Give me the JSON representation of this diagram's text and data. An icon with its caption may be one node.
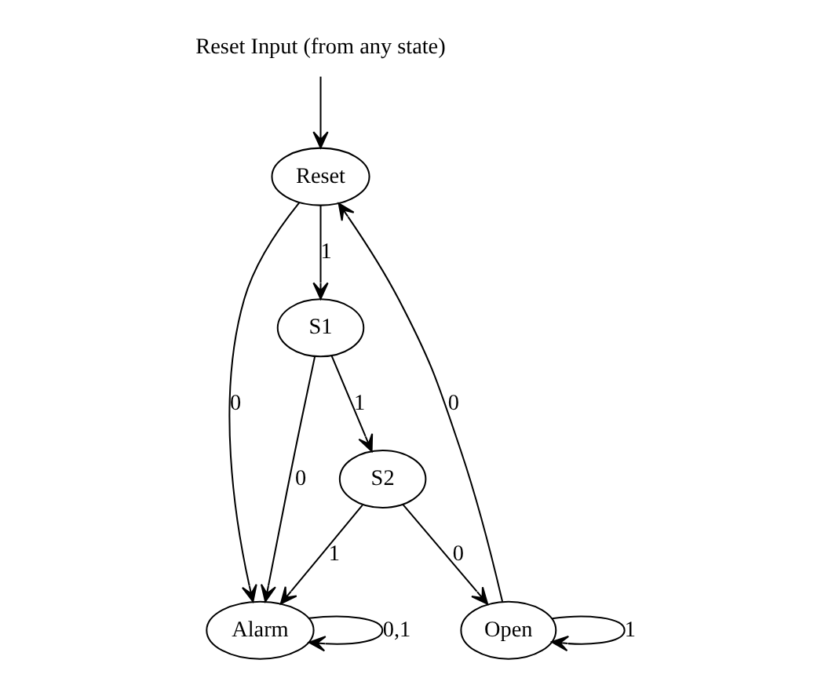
{
  "diagram": {
    "nodes": [
      {
        "text": [
          "Reset Input (from any state)"
        ]
      },
      {
        "text": [
          "Reset"
        ]
      },
      {
        "text": [
          "Open"
        ]
      },
      {
        "text": [
          "Alarm"
        ]
      },
      {
        "text": [
          "S1"
        ]
      },
      {
        "text": [
          "S2"
        ]
      }
    ],
    "edges": [
      {
        "from": 0,
        "to": 1,
        "arrow": "to"
      },
      {
        "from": 1,
        "to": 4,
        "arrow": "to",
        "label": "1"
      },
      {
        "from": 1,
        "to": 3,
        "arrow": "to",
        "label": "0"
      },
      {
        "from": 4,
        "to": 3,
        "arrow": "to",
        "label": "0"
      },
      {
        "from": 4,
        "to": 5,
        "arrow": "to",
        "label": "1"
      },
      {
        "from": 5,
        "to": 3,
        "arrow": "to",
        "label": "1"
      },
      {
        "from": 5,
        "to": 2,
        "arrow": "to",
        "label": "0"
      },
      {
        "from": 2,
        "to": 1,
        "arrow": "to",
        "label": "0"
      },
      {
        "from": 2,
        "to": 2,
        "arrow": "to",
        "label": "1"
      },
      {
        "from": 3,
        "to": 3,
        "arrow": "to",
        "label": "0,1"
      }
    ]
  }
}
